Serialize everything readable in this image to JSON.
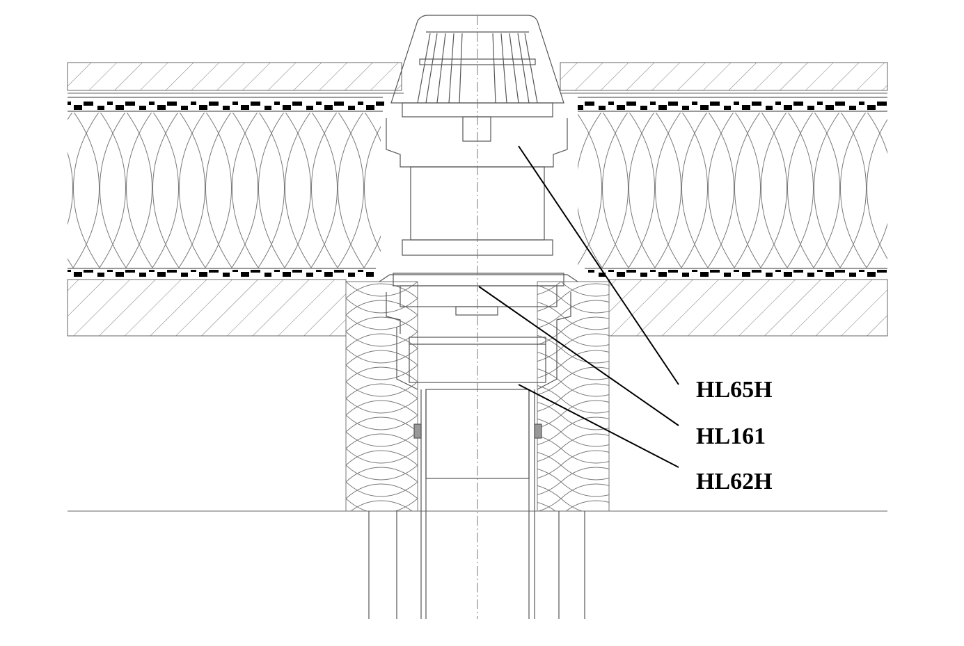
{
  "diagram": {
    "labels": [
      {
        "id": "hl65h",
        "text": "HL65H"
      },
      {
        "id": "hl161",
        "text": "HL161"
      },
      {
        "id": "hl62h",
        "text": "HL62H"
      }
    ],
    "colors": {
      "line": "#555555",
      "leader": "#000000",
      "membrane": "#000000"
    }
  }
}
